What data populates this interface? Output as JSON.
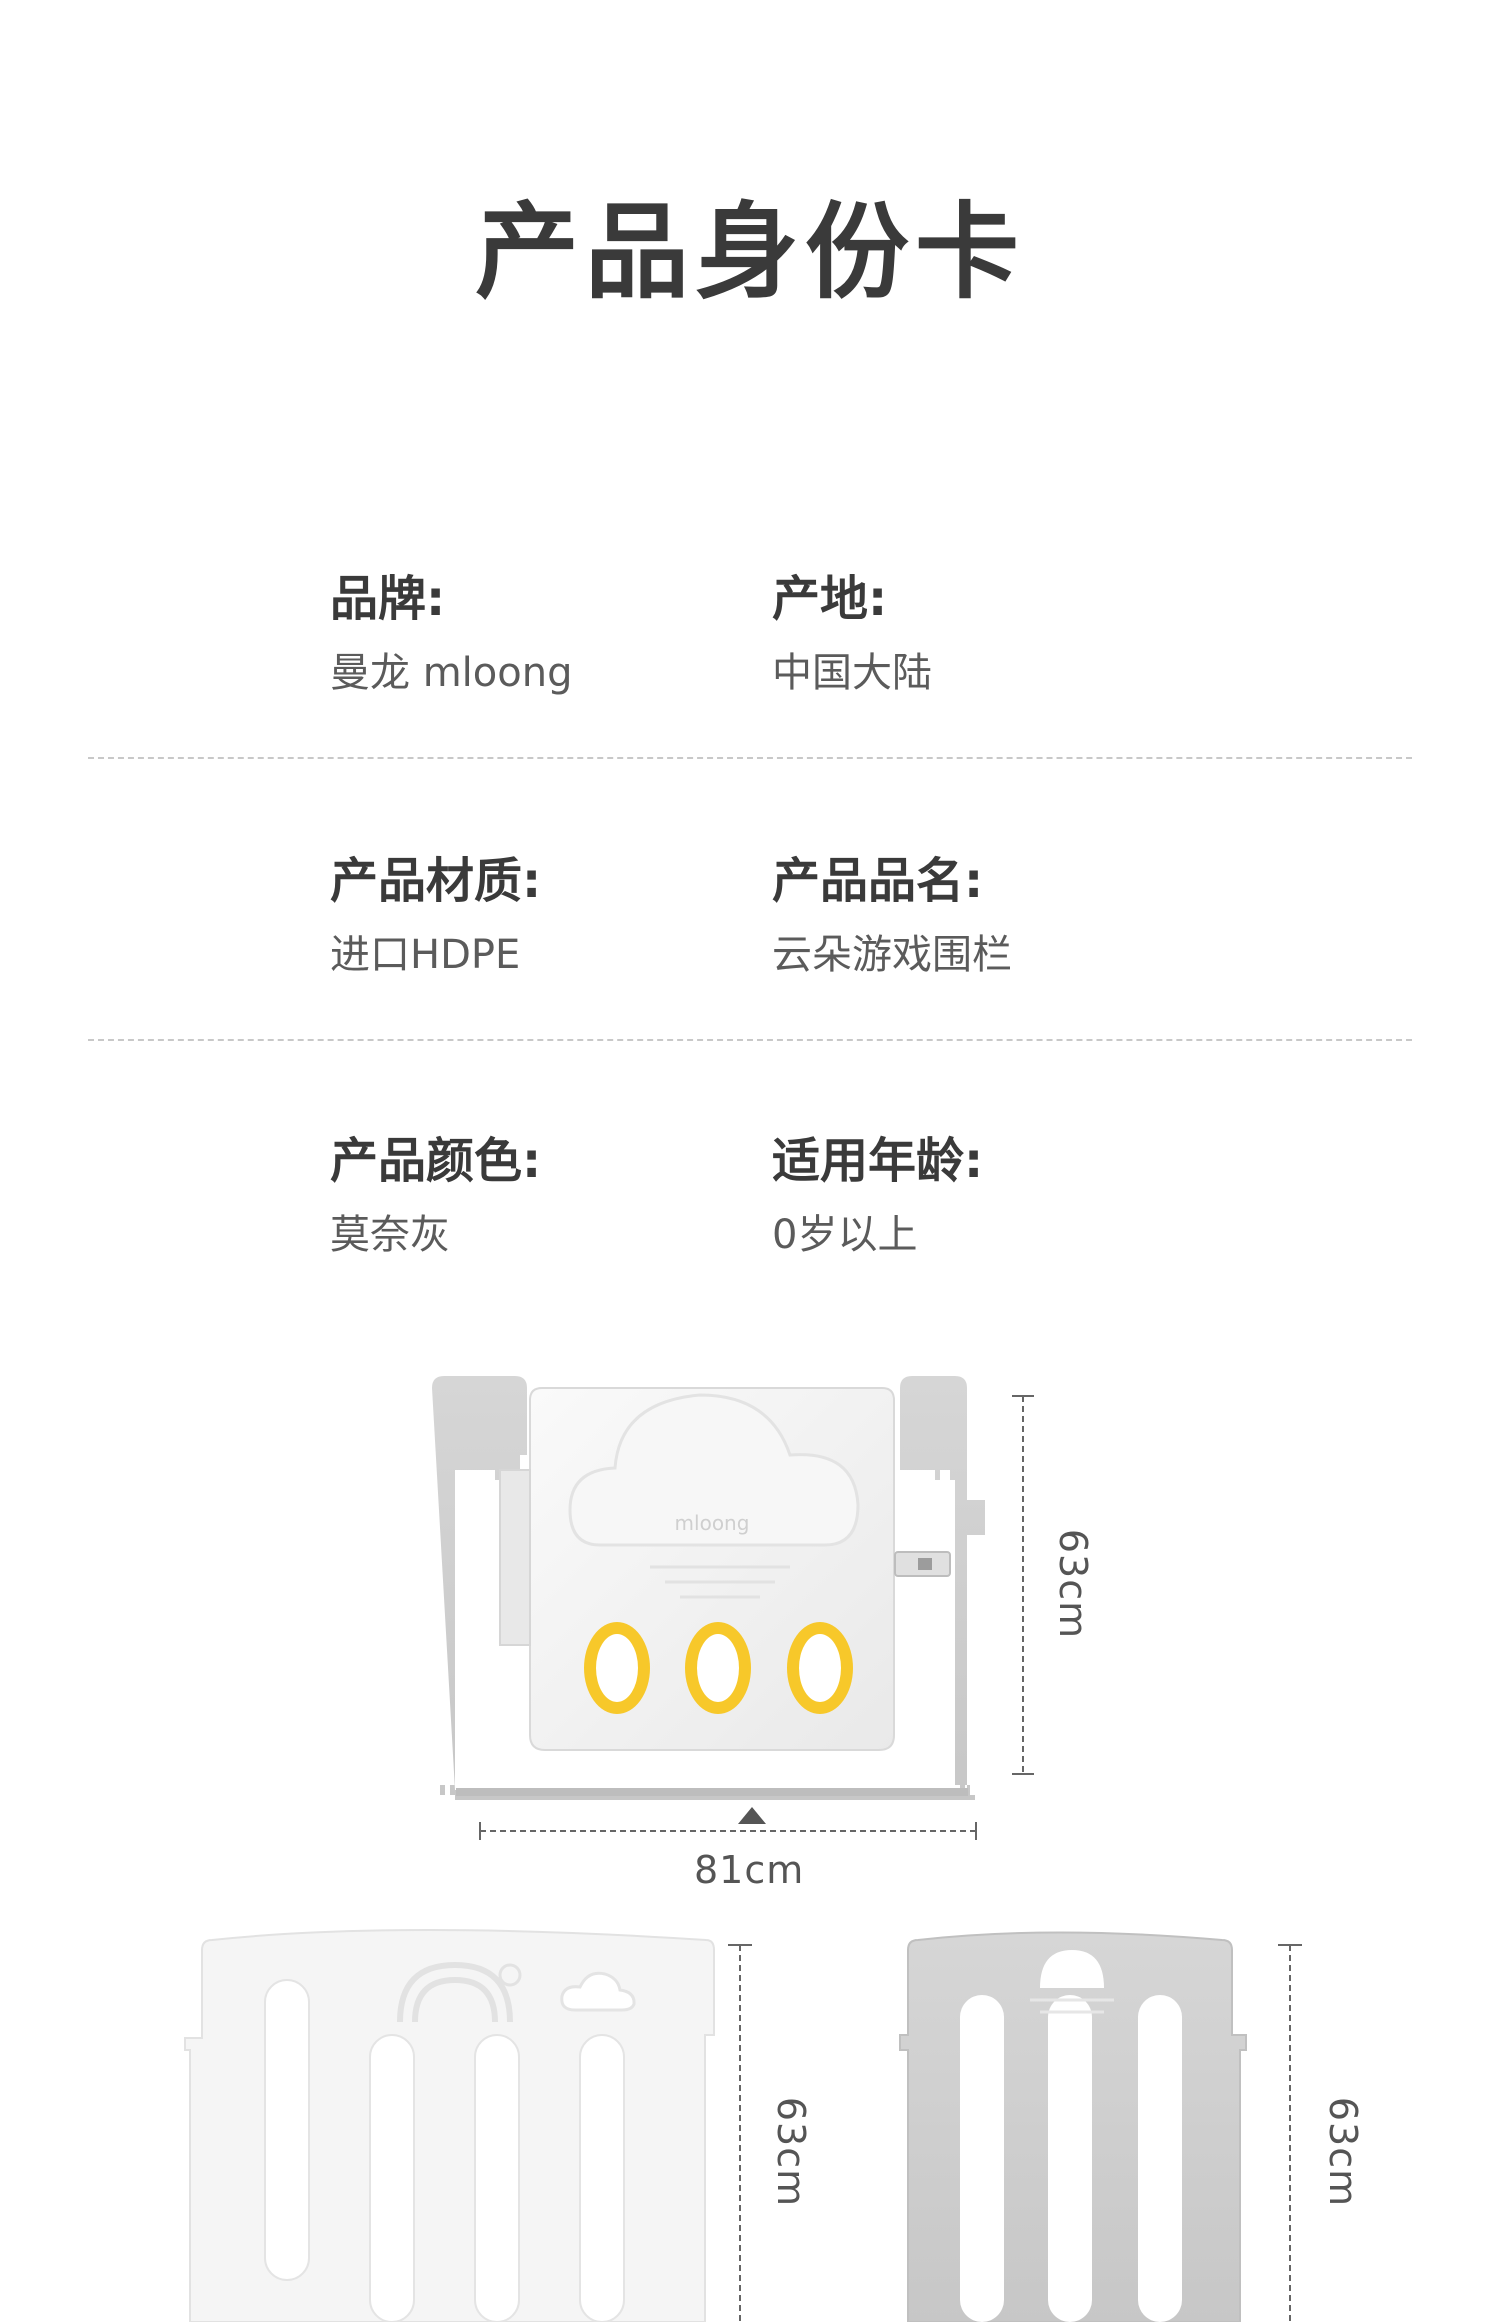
{
  "title": "产品身份卡",
  "specs": [
    {
      "label": "品牌:",
      "value": "曼龙 mloong"
    },
    {
      "label": "产地:",
      "value": "中国大陆"
    },
    {
      "label": "产品材质:",
      "value": "进口HDPE"
    },
    {
      "label": "产品品名:",
      "value": "云朵游戏围栏"
    },
    {
      "label": "产品颜色:",
      "value": "莫奈灰"
    },
    {
      "label": "适用年龄:",
      "value": "0岁以上"
    }
  ],
  "gate_panel": {
    "logo": "mloong",
    "height_label": "63cm",
    "width_label": "81cm"
  },
  "white_panel": {
    "height_label": "63cm"
  },
  "grey_panel": {
    "height_label": "63cm"
  },
  "colors": {
    "panel_grey": "#cfcfcf",
    "panel_light": "#efefef",
    "accent_yellow": "#f5c518",
    "text_dark": "#3a3a3a"
  }
}
